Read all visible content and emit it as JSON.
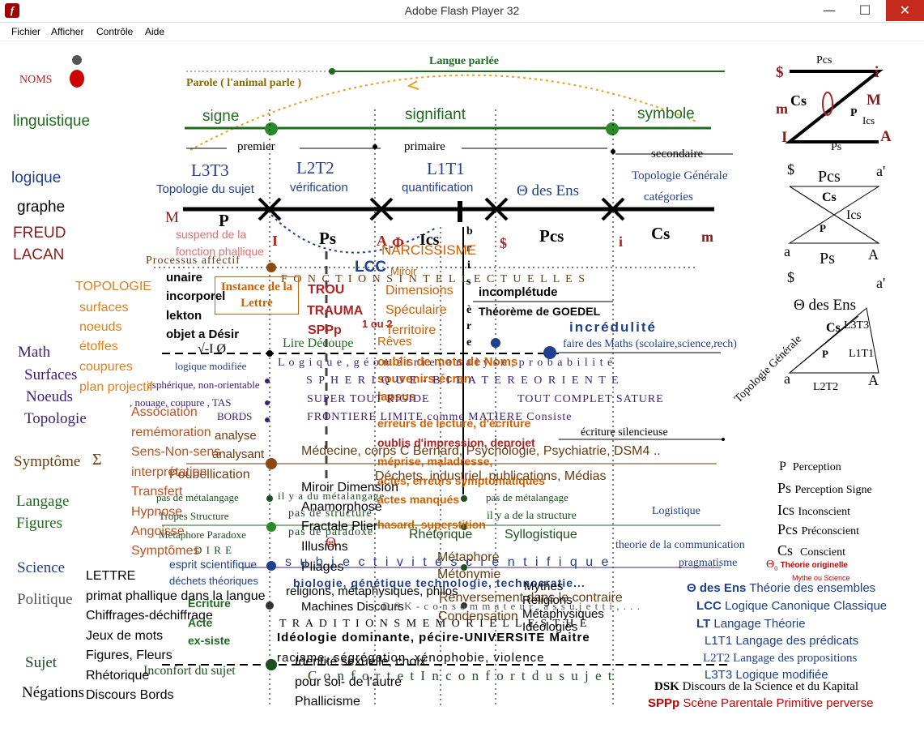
{
  "window": {
    "title": "Adobe Flash Player 32",
    "icon": "flash-icon"
  },
  "menu": [
    "Fichier",
    "Afficher",
    "Contrôle",
    "Aide"
  ],
  "colors": {
    "green": "#1f6b1f",
    "red": "#b22222",
    "blue": "#1f3f8f",
    "brown": "#6b3a10",
    "orange": "#d35f00",
    "purple": "#3b1f7f",
    "black": "#000000"
  },
  "left_column": {
    "noms": "NOMS",
    "linguistique": "linguistique",
    "logique": "logique",
    "graphe": "graphe",
    "freud": "FREUD",
    "lacan": "LACAN",
    "math": "Math",
    "surfaces": "Surfaces",
    "noeuds": "Noeuds",
    "topologie": "Topologie",
    "symptome": "Symptôme",
    "sigma": "Σ",
    "langage": "Langage",
    "figures": "Figures",
    "science": "Science",
    "politique": "Politique",
    "sujet": "Sujet",
    "negations": "Négations"
  },
  "top": {
    "langue_parlee": "Langue parlée",
    "parole": "Parole ( l'animal parle )",
    "signe": "signe",
    "signifiant": "signifiant",
    "symbole": "symbole",
    "premier": "premier",
    "primaire": "primaire",
    "secondaire": "secondaire",
    "l3t3": "L3T3",
    "l2t2": "L2T2",
    "l1t1": "L1T1",
    "topologie_sujet": "Topologie du sujet",
    "verification": "vérification",
    "quantification": "quantification",
    "theta_ens": "Θ des Ens",
    "topologie_generale": "Topologie Générale",
    "categories": "catégories"
  },
  "main_axis": {
    "M": "M",
    "P": "P",
    "I1": "I",
    "Ps": "Ps",
    "A": "A",
    "Ics": "Ics",
    "S": "$",
    "Pcs": "Pcs",
    "I2": "i",
    "Cs": "Cs",
    "m": "m",
    "b": "b",
    "r": "r",
    "i": "i",
    "s": "s",
    "e": "è",
    "r2": "r",
    "e2": "e",
    "lcc": "LCC",
    "phi": "Φ"
  },
  "center": {
    "suspend": "suspend de la",
    "fonction_phallique": "fonction phallique",
    "narcissisme": "NARCISSISME",
    "miroir": "Miroir",
    "processus": "Processus affectif",
    "fonctions": "F O N C T I O N S   I N T E L L E C T U E L L E S",
    "unaire": "unaire",
    "incorporel": "incorporel",
    "lekton": "lekton",
    "objet_desir": "objet a   Désir",
    "instance": "Instance de la Lettre",
    "trou": "TROU",
    "trauma": "TRAUMA",
    "sppp": "SPPp",
    "un_ou_deux": "1 ou 2",
    "dimensions": "Dimensions",
    "speculaire": "Spéculaire",
    "territoire": "Territoire",
    "reves": "Rêves",
    "incompletude": "incomplétude",
    "goedel": "Théorème de GOEDEL",
    "incredulite": "incrédulité",
    "faire_maths": "faire des Maths (scolaire,science,rech)",
    "sqrt": "√-I Ø",
    "lire_decoupe": "Lire Découpe",
    "logique_modifiee": "logique modifiée",
    "logique_line": "L o g i q u e ,   g é o m é t r i e ,   a n a l y s e ,   p r o b a b i l i t é",
    "oublis": "oublis de mots de Noms",
    "souvenirs": "souvenirs-écran",
    "spherique": "S P H E R I Q U E   -   B I L A T E R E   O R I E N T E",
    "asphérique": "asphérique, non-orientable",
    "nouage": ", nouage, coupure , TAS",
    "lapsus": "lapsus",
    "super": "SUPER TOUT RIGIDE",
    "tout_complet": "TOUT COMPLET SATURE",
    "bords": "BORDS",
    "frontiere": "FRONTIERE      LIMITE    comme MATIERE Consiste",
    "erreurs": "erreurs de lecture, d'écriture",
    "ecriture_silencieuse": "écriture silencieuse",
    "cublis": "oublis d'impression, deprojet",
    "medecine": "Médecine, corps C Bernard, Psychologie, Psychiatrie, DSM4 ..",
    "meprise": "méprise, maladresse,",
    "dechets": "Déchets, industriel, publications, Médias",
    "actes": "actes, erreurs symptomatiques",
    "miroir_dim": "Miroir Dimension",
    "pas_meta": "pas de métalangage",
    "il_ya_meta": "il y a du métalangage",
    "pas_meta2": "pas de métalangage",
    "actes_manques": "actes manqués",
    "anamorphose": "Anamorphose",
    "tropes": "Tropes Structure",
    "pas_structure": "pas de structure",
    "il_ya_structure": "il y a de la structure",
    "logistique": "Logistique",
    "hasard": "hasard, superstition",
    "fractale": "Fractale  Plier",
    "metaphore_paradoxe": "Métaphore Paradoxe",
    "pas_paradoxe": "pas de paradoxe",
    "rhetorique": "Rhétorique",
    "syllogistique": "Syllogistique",
    "theorie_com": "theorie de la communication",
    "dire": "D I R E",
    "illusions": "Illusions",
    "pliages": "Pliages",
    "pragmatisme": "pragmatisme",
    "esprit": "esprit scientifique",
    "subjectivite": "s u b j e c t i v i t é   s c i e n t i f i q u e",
    "metaphore": "Métaphore",
    "metonymie": "Métonymie",
    "dechets_theo": "déchets théoriques",
    "bio": "biologie, génétique technologie, technocratie...",
    "religions": "religions, métaphysiques, philos",
    "mythes": "Mythes",
    "renversement": "Renversement dans le contraire",
    "religions2": "Religions",
    "metaphysiques": "Métaphysiques",
    "machines": "Machines Discours",
    "dsk_cons": "D S K - c o n s o m m a t e u r ,   a s s u j e t t i , . . .",
    "condensation": "Condensation",
    "ideologies": "Idéologies",
    "traditions": "T R A D I T I O N S     M E M O R I E L L E S     T H E",
    "ideologie_dom": "Idéologie dominante, pécire-UNIVERSITE Maitre",
    "racisme": "racisme, ségrégation, xénophobie, violence",
    "identite": "Identité sexuelle, choix",
    "pour_soi": "pour soi- de l'autre",
    "phallicisme": "Phallicisme",
    "confort": "C o n f o r t   e t   I n c o n f o r t   d u   s u j e t",
    "inconfort": "Inconfort du sujet",
    "poubellication": "Poubellication",
    "analyse": "analyse",
    "analysant": "analysant",
    "theta_zero": "Θ"
  },
  "left_topology": {
    "topologie": "TOPOLOGIE",
    "surfaces": "surfaces",
    "noeuds": "noeuds",
    "etoffes": "étoffes",
    "coupures": "coupures",
    "plan_projectif": "plan projectif",
    "association": "Association",
    "rememoration": "remémoration",
    "sens": "Sens-Non-sens",
    "interpretation": "interprétation",
    "transfert": "Transfert",
    "hypnose": "Hypnose",
    "angoisse": "Angoisse",
    "symptomes": "Symptômes",
    "lettre": "LETTRE",
    "primat": "primat phallique dans la langue",
    "chiffrages": "Chiffrages-déchiffrage",
    "jeux": "Jeux de  mots",
    "figures_fleurs": "Figures, Fleurs",
    "rhetorique": "Rhétorique",
    "discours": "Discours  Bords",
    "ecriture": "Ecriture",
    "acte": "Acte",
    "ex_siste": "ex-siste"
  },
  "right": {
    "s_barre": "$",
    "i_top": "i",
    "pcs": "Pcs",
    "m": "m",
    "cs": "Cs",
    "M": "M",
    "ics": "Ics",
    "I": "I",
    "A": "A",
    "ps": "Ps",
    "p": "P",
    "s2": "$",
    "a_prime": "a'",
    "pcs2": "Pcs",
    "cs2": "Cs",
    "ics2": "Ics",
    "p2": "P",
    "a": "a",
    "ps2": "Ps",
    "A2": "A",
    "s3": "$",
    "a_prime2": "a'",
    "theta_ens": "Θ des Ens",
    "l3t3": "L3T3",
    "l1t1": "L1T1",
    "cs3": "Cs",
    "p3": "P",
    "topo_gen": "Topologie Générale",
    "a2": "a",
    "A3": "A",
    "l2t2": "L2T2"
  },
  "legend": [
    {
      "key": "P",
      "label": "Perception"
    },
    {
      "key": "Ps",
      "label": "Perception Signe"
    },
    {
      "key": "Ics",
      "label": "Inconscient"
    },
    {
      "key": "Pcs",
      "label": "Préconscient"
    },
    {
      "key": "Cs",
      "label": "Conscient"
    }
  ],
  "legend2": {
    "theta0": "Θ",
    "theta0_sub": "0",
    "theorie_originelle": "Théorie originelle",
    "mythe": "Mythe ou Science",
    "theta_ens_key": "Θ des Ens",
    "theta_ens_label": "Théorie des ensembles",
    "lcc_key": "LCC",
    "lcc_label": "Logique Canonique Classique",
    "lt_key": "LT",
    "lt_label": "Langage Théorie",
    "l1t1": "L1T1 Langage des prédicats",
    "l2t2": "L2T2 Langage des propositions",
    "l3t3": "L3T3 Logique modifiée",
    "dsk_key": "DSK",
    "dsk_label": "Discours de la Science et du  Kapital",
    "sppp_key": "SPPp",
    "sppp_label": "Scène Parentale Primitive perverse"
  }
}
